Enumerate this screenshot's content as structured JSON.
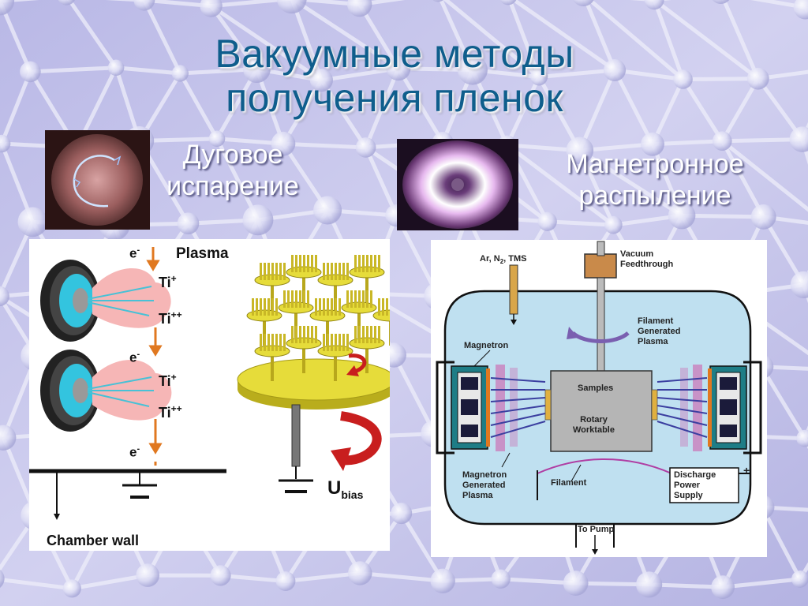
{
  "slide": {
    "title_line1": "Вакуумные методы",
    "title_line2": "получения пленок",
    "arc_caption_line1": "Дуговое",
    "arc_caption_line2": "испарение",
    "magnetron_caption_line1": "Магнетронное",
    "magnetron_caption_line2": "распыление"
  },
  "arc_diagram": {
    "plasma": "Plasma",
    "electron": "e",
    "electron_sup": "-",
    "ti": "Ti",
    "ti_plus": "+",
    "ti_plusplus": "++",
    "u": "U",
    "u_sub": "bias",
    "chamber_wall": "Chamber wall"
  },
  "magnetron_diagram": {
    "gas_inlet_prefix": "Ar, N",
    "gas_inlet_sub": "2",
    "gas_inlet_suffix": ", TMS",
    "vacuum_line1": "Vacuum",
    "vacuum_line2": "Feedthrough",
    "filament_plasma_line1": "Filament",
    "filament_plasma_line2": "Generated",
    "filament_plasma_line3": "Plasma",
    "magnetron": "Magnetron",
    "samples": "Samples",
    "worktable_line1": "Rotary",
    "worktable_line2": "Worktable",
    "mag_plasma_line1": "Magnetron",
    "mag_plasma_line2": "Generated",
    "mag_plasma_line3": "Plasma",
    "filament": "Filament",
    "discharge_line1": "Discharge",
    "discharge_line2": "Power",
    "discharge_line3": "Supply",
    "plus_sign": "+",
    "to_pump": "To Pump"
  },
  "colors": {
    "title": "#0f5e8c",
    "chamber_fill": "#bfe0f0",
    "plasma_pink": "#f6b6b6",
    "arrow_orange": "#e07820",
    "cathode_cyan": "#33c4df",
    "fixture_yellow": "#e6dc3a"
  }
}
